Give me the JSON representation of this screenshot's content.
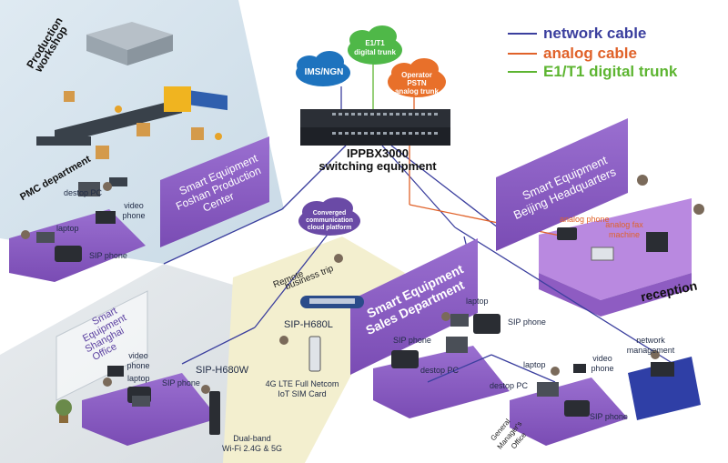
{
  "legend": {
    "network": "network cable",
    "analog": "analog cable",
    "e1t1": "E1/T1 digital trunk"
  },
  "colors": {
    "network": "#3b3f9e",
    "analog": "#e0622a",
    "e1t1": "#5db531",
    "purple": "#8a5cc0",
    "purple_dark": "#6a3f9e",
    "cloud_green": "#4fb848",
    "cloud_blue": "#1e73be",
    "cloud_orange": "#e8702a",
    "cloud_purple": "#6a4aa6"
  },
  "clouds": {
    "ims": "IMS/NGN",
    "e1t1_l1": "E1/T1",
    "e1t1_l2": "digital trunk",
    "pstn_l1": "Operator",
    "pstn_l2": "PSTN",
    "pstn_l3": "analog trunk",
    "conv_l1": "Converged",
    "conv_l2": "communication",
    "conv_l3": "cloud platform"
  },
  "switch": {
    "name": "IPPBX3000",
    "desc": "switching equipment"
  },
  "areas": {
    "production_l1": "Production",
    "production_l2": "workshop",
    "pmc": "PMC department",
    "foshan_l1": "Smart Equipment",
    "foshan_l2": "Foshan Production",
    "foshan_l3": "Center",
    "shanghai_l1": "Smart",
    "shanghai_l2": "Equipment",
    "shanghai_l3": "Shanghai",
    "shanghai_l4": "Office",
    "beijing_l1": "Smart Equipment",
    "beijing_l2": "Beijing Headquarters",
    "sales_l1": "Smart Equipment",
    "sales_l2": "Sales Department",
    "reception": "reception",
    "remote_l1": "Remote",
    "remote_l2": "business trip",
    "gm_l1": "General",
    "gm_l2": "Manager's",
    "gm_l3": "Office"
  },
  "devices": {
    "pmc_pc": "destop PC",
    "pmc_video_l1": "video",
    "pmc_video_l2": "phone",
    "pmc_laptop": "laptop",
    "pmc_sip": "SIP phone",
    "sh_video_l1": "video",
    "sh_video_l2": "phone",
    "sh_laptop": "laptop",
    "sh_sip": "SIP phone",
    "h680w": "SIP-H680W",
    "h680w_d1": "Dual-band",
    "h680w_d2": "Wi-Fi 2.4G & 5G",
    "h680l": "SIP-H680L",
    "lte_l1": "4G LTE Full Netcom",
    "lte_l2": "IoT SIM Card",
    "sales_laptop": "laptop",
    "sales_sip1": "SIP phone",
    "sales_sip2": "SIP phone",
    "sales_pc": "destop PC",
    "gm_laptop": "laptop",
    "gm_video_l1": "video",
    "gm_video_l2": "phone",
    "gm_pc": "destop PC",
    "gm_sip": "SIP phone",
    "bj_analog": "analog phone",
    "bj_fax_l1": "analog fax",
    "bj_fax_l2": "machine",
    "netmgmt_l1": "network",
    "netmgmt_l2": "management"
  }
}
